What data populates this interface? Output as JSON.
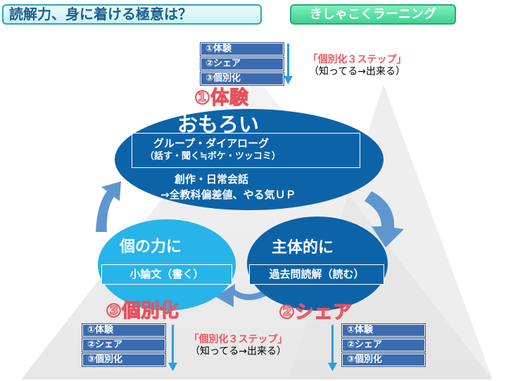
{
  "header": {
    "title": "読解力、身に着ける極意は？",
    "series": "きしゃこくラーニング"
  },
  "steps": [
    "①体験",
    "②シェア",
    "③個別化"
  ],
  "note": {
    "line1": "「個別化３ステップ」",
    "line2": "（知ってる→出来る）"
  },
  "labels": {
    "step1": "①体験",
    "step2": "②シェア",
    "step3": "③個別化"
  },
  "top_circle": {
    "heading": "おもろい",
    "box_line1": "グループ・ダイアローグ",
    "box_line2": "（話す・聞く≒ボケ・ツッコミ）",
    "line3": "創作・日常会話",
    "line4": "→全教科偏差値、やる気ＵＰ"
  },
  "left_circle": {
    "heading": "個の力に",
    "bar": "小論文（書く）"
  },
  "right_circle": {
    "heading": "主体的に",
    "bar": "過去問読解（読む）"
  },
  "colors": {
    "dark_blue": "#0d63a8",
    "light_blue": "#27b4e8",
    "arrow_blue": "#5e97cf",
    "step_box": "#3c6cb0",
    "pink": "#f0555e"
  }
}
